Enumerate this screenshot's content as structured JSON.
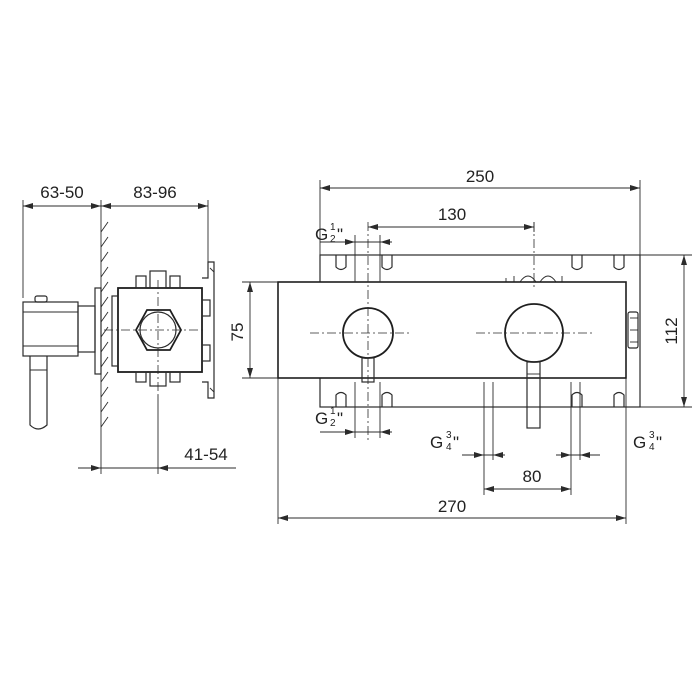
{
  "dimensions": {
    "side_depth_left": "63-50",
    "side_depth_right": "83-96",
    "side_bottom": "41-54",
    "front_height": "75",
    "front_width_plate": "250",
    "front_spacing_top": "130",
    "front_height_plate": "112",
    "front_spacing_bottom": "80",
    "front_width_total": "270"
  },
  "threads": {
    "top_inlet": {
      "g": "G",
      "num": "1",
      "den": "2",
      "mark": "\""
    },
    "bottom_inlet": {
      "g": "G",
      "num": "1",
      "den": "2",
      "mark": "\""
    },
    "outlet_left": {
      "g": "G",
      "num": "3",
      "den": "4",
      "mark": "\""
    },
    "outlet_right": {
      "g": "G",
      "num": "3",
      "den": "4",
      "mark": "\""
    }
  }
}
